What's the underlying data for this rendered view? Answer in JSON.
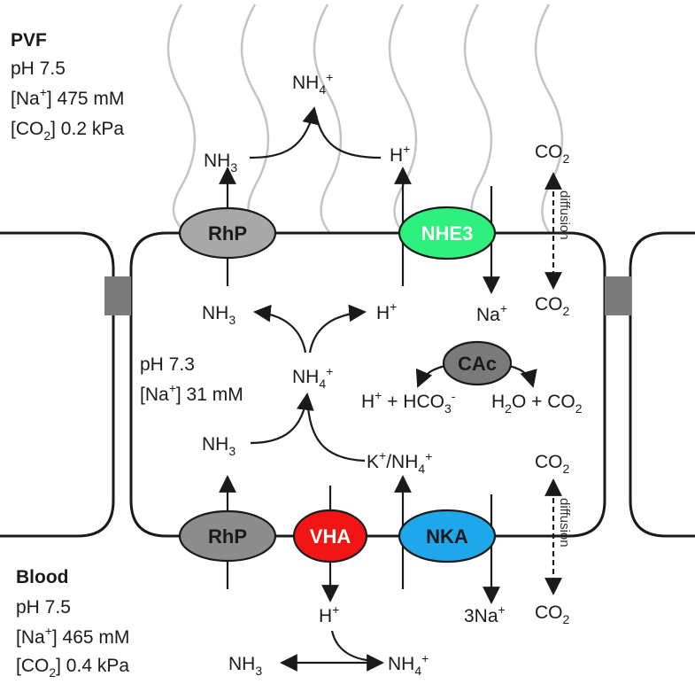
{
  "pvf": {
    "title": "PVF",
    "ph": "pH 7.5",
    "na_pre": "[Na",
    "na_sup": "+",
    "na_post": "] 475 mM",
    "co2_pre": "[CO",
    "co2_sub": "2",
    "co2_post": "] 0.2 kPa"
  },
  "cell": {
    "ph": "pH 7.3",
    "na_pre": "[Na",
    "na_sup": "+",
    "na_post": "] 31 mM"
  },
  "blood": {
    "title": "Blood",
    "ph": "pH 7.5",
    "na_pre": "[Na",
    "na_sup": "+",
    "na_post": "] 465 mM",
    "co2_pre": "[CO",
    "co2_sub": "2",
    "co2_post": "] 0.4 kPa"
  },
  "transporters": {
    "rhp_apical": {
      "label": "RhP",
      "color": "#a8a8a8"
    },
    "nhe3": {
      "label": "NHE3",
      "color": "#2ef07e"
    },
    "rhp_basal": {
      "label": "RhP",
      "color": "#8c8c8c"
    },
    "vha": {
      "label": "VHA",
      "color": "#f21515"
    },
    "nka": {
      "label": "NKA",
      "color": "#1ea7ea"
    },
    "cac": {
      "label": "CAc",
      "color": "#7a7a7a"
    }
  },
  "species": {
    "nh3": "NH",
    "nh3_sub": "3",
    "nh4": "NH",
    "nh4_sub": "4",
    "nh4_sup": "+",
    "h": "H",
    "h_sup": "+",
    "na": "Na",
    "na_sup": "+",
    "na3": "3Na",
    "co2": "CO",
    "co2_sub": "2",
    "k": "K",
    "k_sup": "+",
    "slash": "/",
    "hco3": "HCO",
    "hco3_sub": "3",
    "hco3_sup": "-",
    "h_plus_prefix": " + ",
    "h2o": "H",
    "h2o_sub": "2",
    "h2o_o": "O + CO",
    "h2o_co2_sub": "2"
  },
  "diffusion_label": "diffusion"
}
